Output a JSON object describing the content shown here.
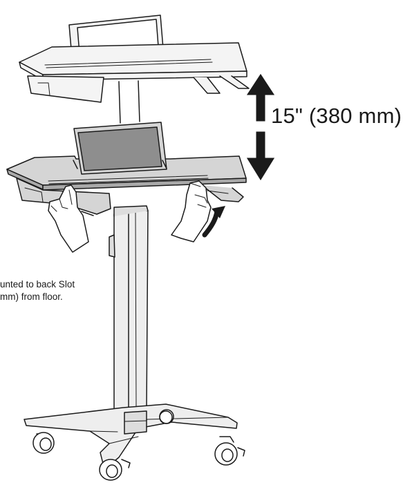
{
  "annotation": {
    "height_range": "15\" (380 mm)",
    "note_line1": "unted to back Slot",
    "note_line2": "mm) from floor."
  },
  "colors": {
    "line": "#1a1a1a",
    "surface": "#d5d5d5",
    "surface_dark": "#a9a9a9",
    "ghost": "#f4f4f4",
    "screen": "#8e8e8e",
    "arrow": "#1a1a1a"
  },
  "icons": [
    "double-headed-arrow-icon",
    "curved-arrow-icon"
  ]
}
